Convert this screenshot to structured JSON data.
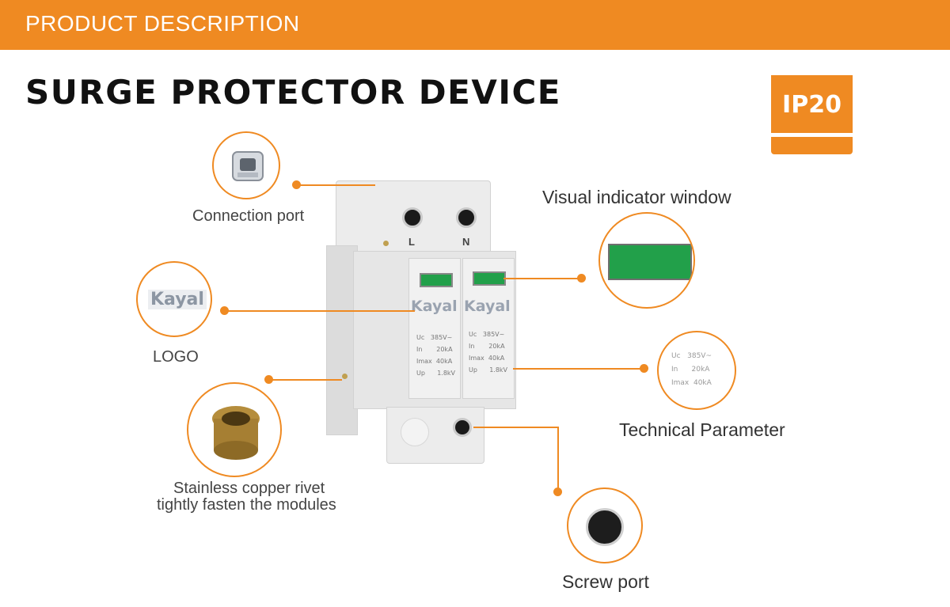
{
  "header": {
    "title": "PRODUCT DESCRIPTION"
  },
  "main_title": "SURGE PROTECTOR DEVICE",
  "badge": {
    "text": "IP20"
  },
  "callouts": {
    "connection_port": "Connection port",
    "logo": "LOGO",
    "rivet_line1": "Stainless copper rivet",
    "rivet_line2": "tightly fasten the modules",
    "indicator": "Visual indicator window",
    "technical": "Technical Parameter",
    "screw_port": "Screw port"
  },
  "device": {
    "terminal_left": "L",
    "terminal_right": "N",
    "brand": "Kayal",
    "specs": [
      {
        "key": "Uc",
        "value": "385V~"
      },
      {
        "key": "In",
        "value": "20kA"
      },
      {
        "key": "Imax",
        "value": "40kA"
      },
      {
        "key": "Up",
        "value": "1.8kV"
      }
    ]
  },
  "zoom_tech": {
    "l1": "Uc   385V~",
    "l2": "In      20kA",
    "l3": "Imax  40kA"
  },
  "colors": {
    "accent": "#ef8a22",
    "indicator_green": "#22a04a"
  }
}
